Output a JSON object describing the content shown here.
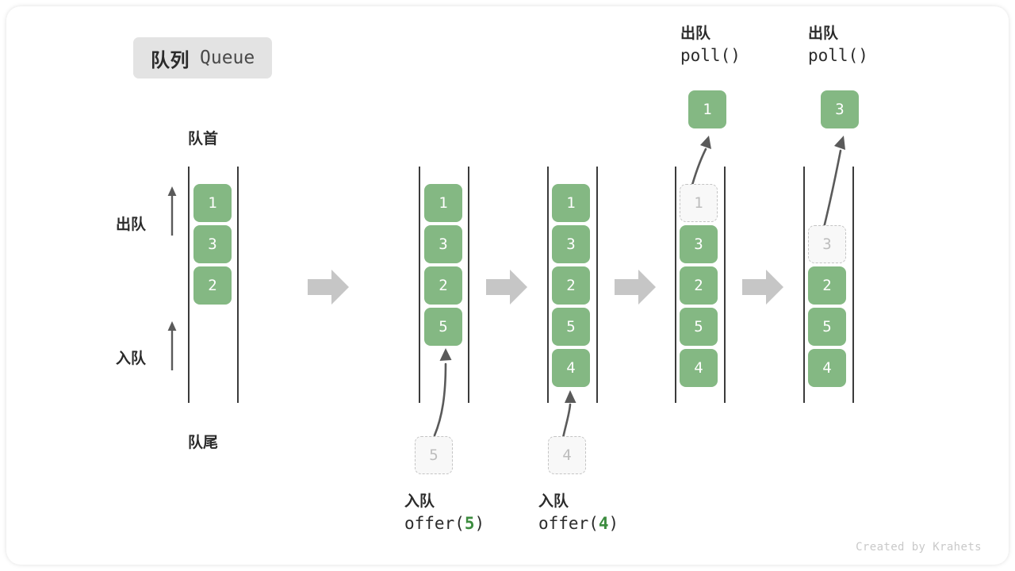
{
  "title": {
    "cn": "队列",
    "en": "Queue"
  },
  "labels": {
    "front": "队首",
    "rear": "队尾",
    "dequeue": "出队",
    "enqueue": "入队"
  },
  "watermark": "Created by Krahets",
  "colors": {
    "cell_green": "#84b883",
    "cell_text": "#ffffff",
    "ghost_fill": "#f8f8f8",
    "ghost_border": "#c4c4c4",
    "ghost_text": "#bdbdbd",
    "rail": "#3b3b3b",
    "badge_bg": "#e3e3e3",
    "big_arrow": "#c6c6c6",
    "curve_arrow": "#5a5a5a",
    "accent_green": "#3c8c3f",
    "text_dark": "#2b2b2b"
  },
  "stages": [
    {
      "id": "initial",
      "cells": [
        "1",
        "3",
        "2"
      ],
      "ghost_index": null,
      "caption_cn": "",
      "caption_code": "",
      "incoming": null,
      "outgoing": null
    },
    {
      "id": "offer-5",
      "cells": [
        "1",
        "3",
        "2",
        "5"
      ],
      "ghost_index": null,
      "caption_cn": "入队",
      "caption_code_prefix": "offer(",
      "caption_code_arg": "5",
      "caption_code_suffix": ")",
      "incoming": "5",
      "outgoing": null
    },
    {
      "id": "offer-4",
      "cells": [
        "1",
        "3",
        "2",
        "5",
        "4"
      ],
      "ghost_index": null,
      "caption_cn": "入队",
      "caption_code_prefix": "offer(",
      "caption_code_arg": "4",
      "caption_code_suffix": ")",
      "incoming": "4",
      "outgoing": null
    },
    {
      "id": "poll-1",
      "cells": [
        "1",
        "3",
        "2",
        "5",
        "4"
      ],
      "ghost_index": 0,
      "caption_cn": "出队",
      "caption_code": "poll()",
      "incoming": null,
      "outgoing": "1"
    },
    {
      "id": "poll-3",
      "cells": [
        "",
        "3",
        "2",
        "5",
        "4"
      ],
      "ghost_index": 1,
      "caption_cn": "出队",
      "caption_code": "poll()",
      "incoming": null,
      "outgoing": "3"
    }
  ],
  "transitions": [
    "arrow-right",
    "arrow-right",
    "arrow-right",
    "arrow-right"
  ]
}
